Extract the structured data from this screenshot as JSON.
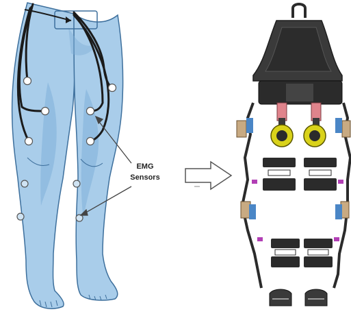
{
  "labels": {
    "sensor_label_line1": "EMG",
    "sensor_label_line2": "Sensors"
  },
  "colors": {
    "skin": "#a9cdea",
    "skin_shade": "#7fb0d8",
    "skin_outline": "#3d6f9c",
    "wire": "#1b1b1b",
    "sensor_fill": "#ffffff",
    "exo_dark": "#2b2b2b",
    "exo_backpack": "#3a3a3a",
    "actuator_pink": "#e0848c",
    "hip_joint_yellow": "#d9d21a",
    "knee_pad": "#c8aa82",
    "accent_blue": "#4a86c6",
    "accent_magenta": "#b23fb5",
    "arrow_outline": "#555555"
  },
  "icons": {
    "legs": "legs-with-emg-sensors-illustration",
    "arrow": "hollow-right-arrow",
    "exoskeleton": "lower-limb-exoskeleton-illustration"
  }
}
